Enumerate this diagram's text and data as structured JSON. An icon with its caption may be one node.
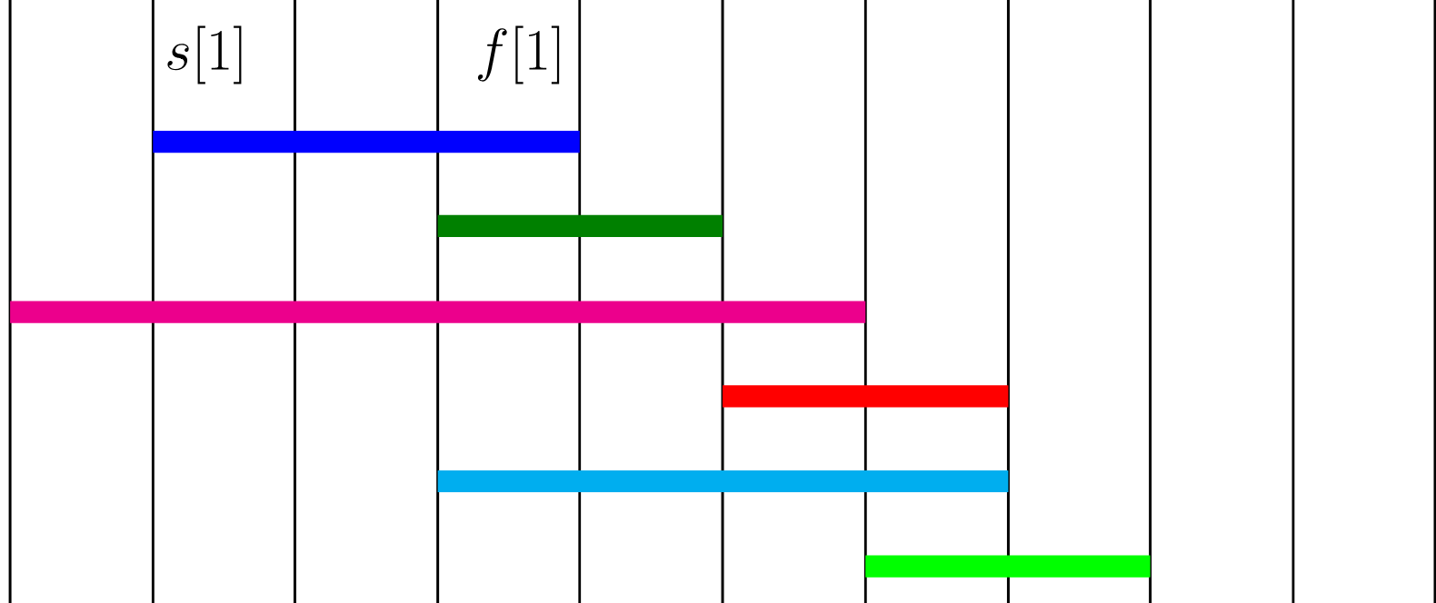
{
  "diagram": {
    "nodes": [
      {
        "text": [],
        "shape": "bar"
      },
      {
        "text": [],
        "shape": "bar"
      },
      {
        "text": [],
        "shape": "bar"
      },
      {
        "text": [],
        "shape": "bar"
      },
      {
        "text": [],
        "shape": "bar"
      },
      {
        "text": [],
        "shape": "bar"
      }
    ],
    "labels": [
      "s[1]",
      "f[1]"
    ]
  }
}
